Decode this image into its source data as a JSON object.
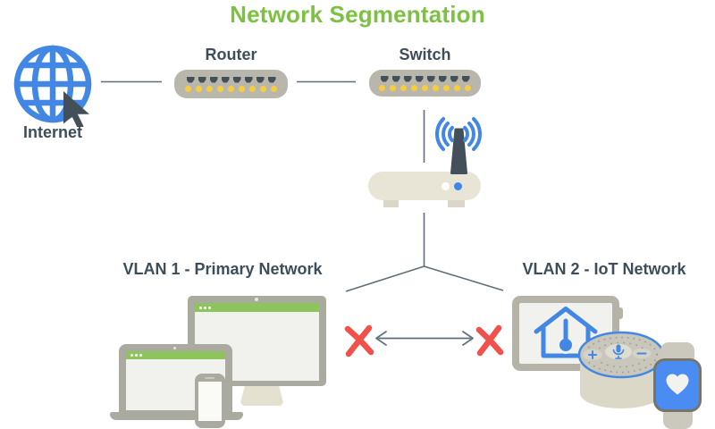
{
  "title": "Network Segmentation",
  "labels": {
    "internet": "Internet",
    "router": "Router",
    "switch": "Switch",
    "vlan1": "VLAN 1 - Primary Network",
    "vlan2": "VLAN 2 - IoT Network"
  },
  "router": {
    "ports": 8,
    "leds": 9
  },
  "switch": {
    "ports": 8,
    "leds": 9
  },
  "colors": {
    "title_green": "#7cc142",
    "bar_green": "#8ec45c",
    "accent_blue": "#4287e4",
    "watch_blue": "#4b8cf2",
    "dark_slate": "#3d4e5a",
    "icon_slate": "#434f59",
    "box_gray": "#b9b7ac",
    "device_gray": "#abaaa0",
    "tablet_gray": "#b5b3a8",
    "screen_light": "#f1f1ee",
    "beige": "#e8e4d6",
    "beige_dark": "#dbd7c8",
    "stand_beige": "#e4e1d1",
    "band_beige": "#cbc9be",
    "led_yellow": "#f6cd3f",
    "blocked_red": "#f2504b",
    "line_slate": "#5f6e7a"
  }
}
